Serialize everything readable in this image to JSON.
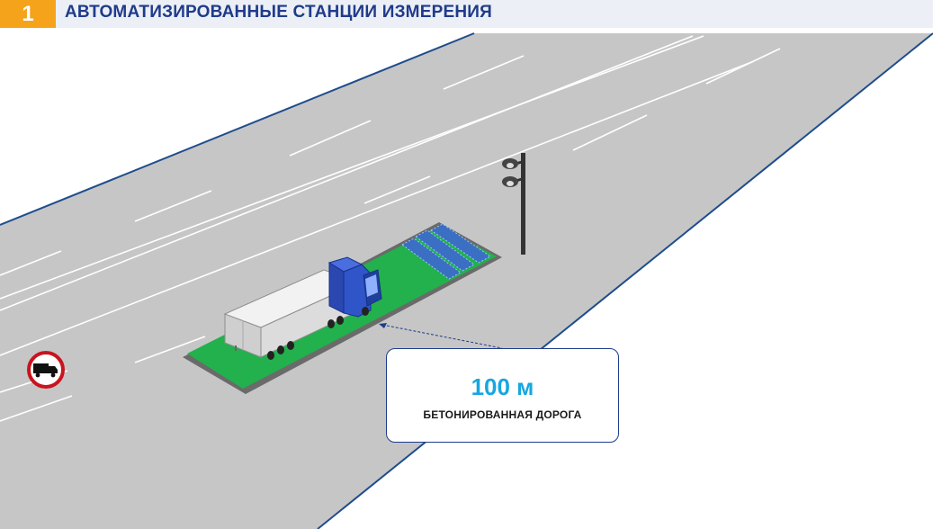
{
  "header": {
    "slide_number": "1",
    "title": "АВТОМАТИЗИРОВАННЫЕ СТАНЦИИ ИЗМЕРЕНИЯ",
    "accent_color": "#f5a31b",
    "title_color": "#1f3b8a"
  },
  "scene": {
    "road_color": "#c6c6c6",
    "road_edge_color": "#1f4d8c",
    "platform_color": "#22b14c",
    "sensor_color": "#3a6fc4",
    "truck_cab_color": "#2f55c8",
    "trailer_color": "#dcdcdc",
    "pole_icon": "camera-pole-icon",
    "sign_icon": "no-trucks-sign-icon"
  },
  "callout": {
    "value": "100 м",
    "label": "БЕТОНИРОВАННАЯ ДОРОГА"
  }
}
